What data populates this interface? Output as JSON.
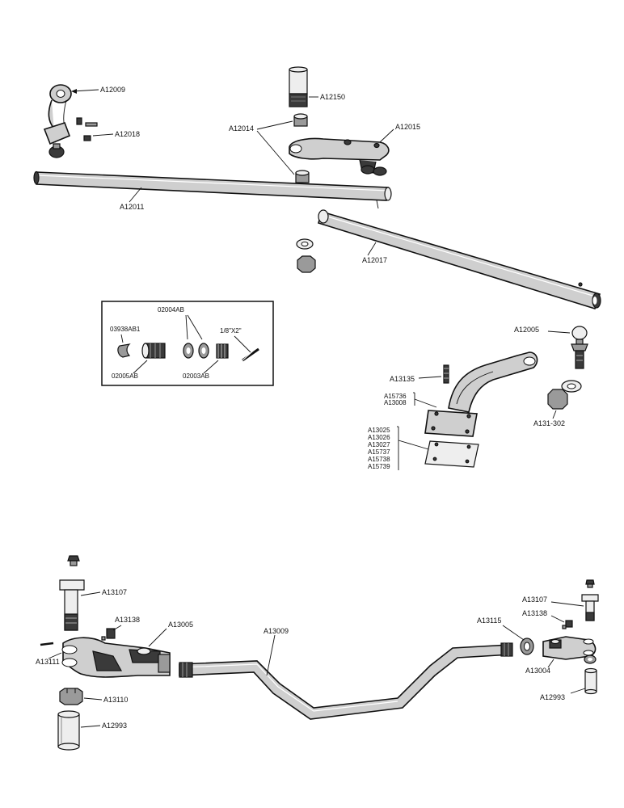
{
  "labels": {
    "A12009": "A12009",
    "A12018": "A12018",
    "A12150": "A12150",
    "A12014": "A12014",
    "A12015": "A12015",
    "A12011": "A12011",
    "A12017": "A12017",
    "A12005": "A12005",
    "A13135": "A13135",
    "A15736": "A15736",
    "A13008": "A13008",
    "A13025": "A13025",
    "A13026": "A13026",
    "A13027": "A13027",
    "A15737": "A15737",
    "A15738": "A15738",
    "A15739": "A15739",
    "A131_302": "A131-302",
    "A13107_left": "A13107",
    "A13138_left": "A13138",
    "A13005": "A13005",
    "A13111": "A13111",
    "A13110": "A13110",
    "A12993_left": "A12993",
    "A13009": "A13009",
    "A13115": "A13115",
    "A13107_right": "A13107",
    "A13138_right": "A13138",
    "A13004": "A13004",
    "A12993_right": "A12993"
  },
  "inset": {
    "p02004AB": "02004AB",
    "p03938AB1": "03938AB1",
    "pin": "1/8\"X2\"",
    "p02005AB": "02005AB",
    "p02003AB": "02003AB"
  }
}
